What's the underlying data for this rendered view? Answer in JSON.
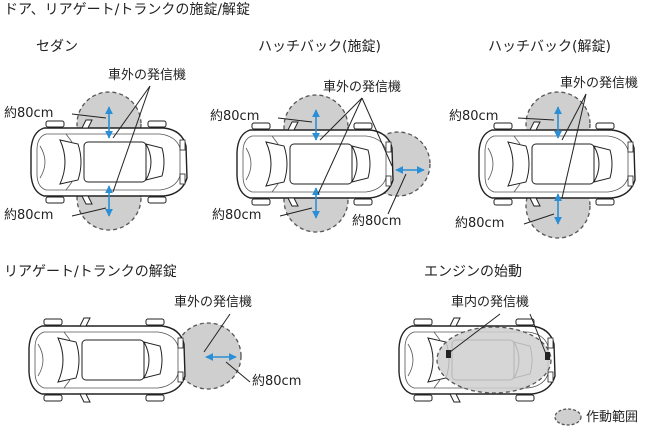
{
  "title": "ドア、リアゲート/トランクの施錠/解錠",
  "sections": {
    "sedan": {
      "heading": "セダン",
      "transmitter": "車外の発信機",
      "range_top": "約80cm",
      "range_bottom": "約80cm"
    },
    "hatch_lock": {
      "heading": "ハッチバック(施錠)",
      "transmitter": "車外の発信機",
      "range_top": "約80cm",
      "range_bottom": "約80cm",
      "range_rear": "約80cm"
    },
    "hatch_unlock": {
      "heading": "ハッチバック(解錠)",
      "transmitter": "車外の発信機",
      "range_top": "約80cm",
      "range_bottom": "約80cm"
    },
    "rear_unlock": {
      "heading": "リアゲート/トランクの解錠",
      "transmitter": "車外の発信機",
      "range_rear": "約80cm"
    },
    "engine_start": {
      "heading": "エンジンの始動",
      "transmitter": "車内の発信機"
    }
  },
  "legend": {
    "label": "作動範囲"
  },
  "colors": {
    "zone_fill": "#cfcfcf",
    "zone_stroke": "#555555",
    "arrow": "#2a8fd6",
    "line": "#222222"
  }
}
